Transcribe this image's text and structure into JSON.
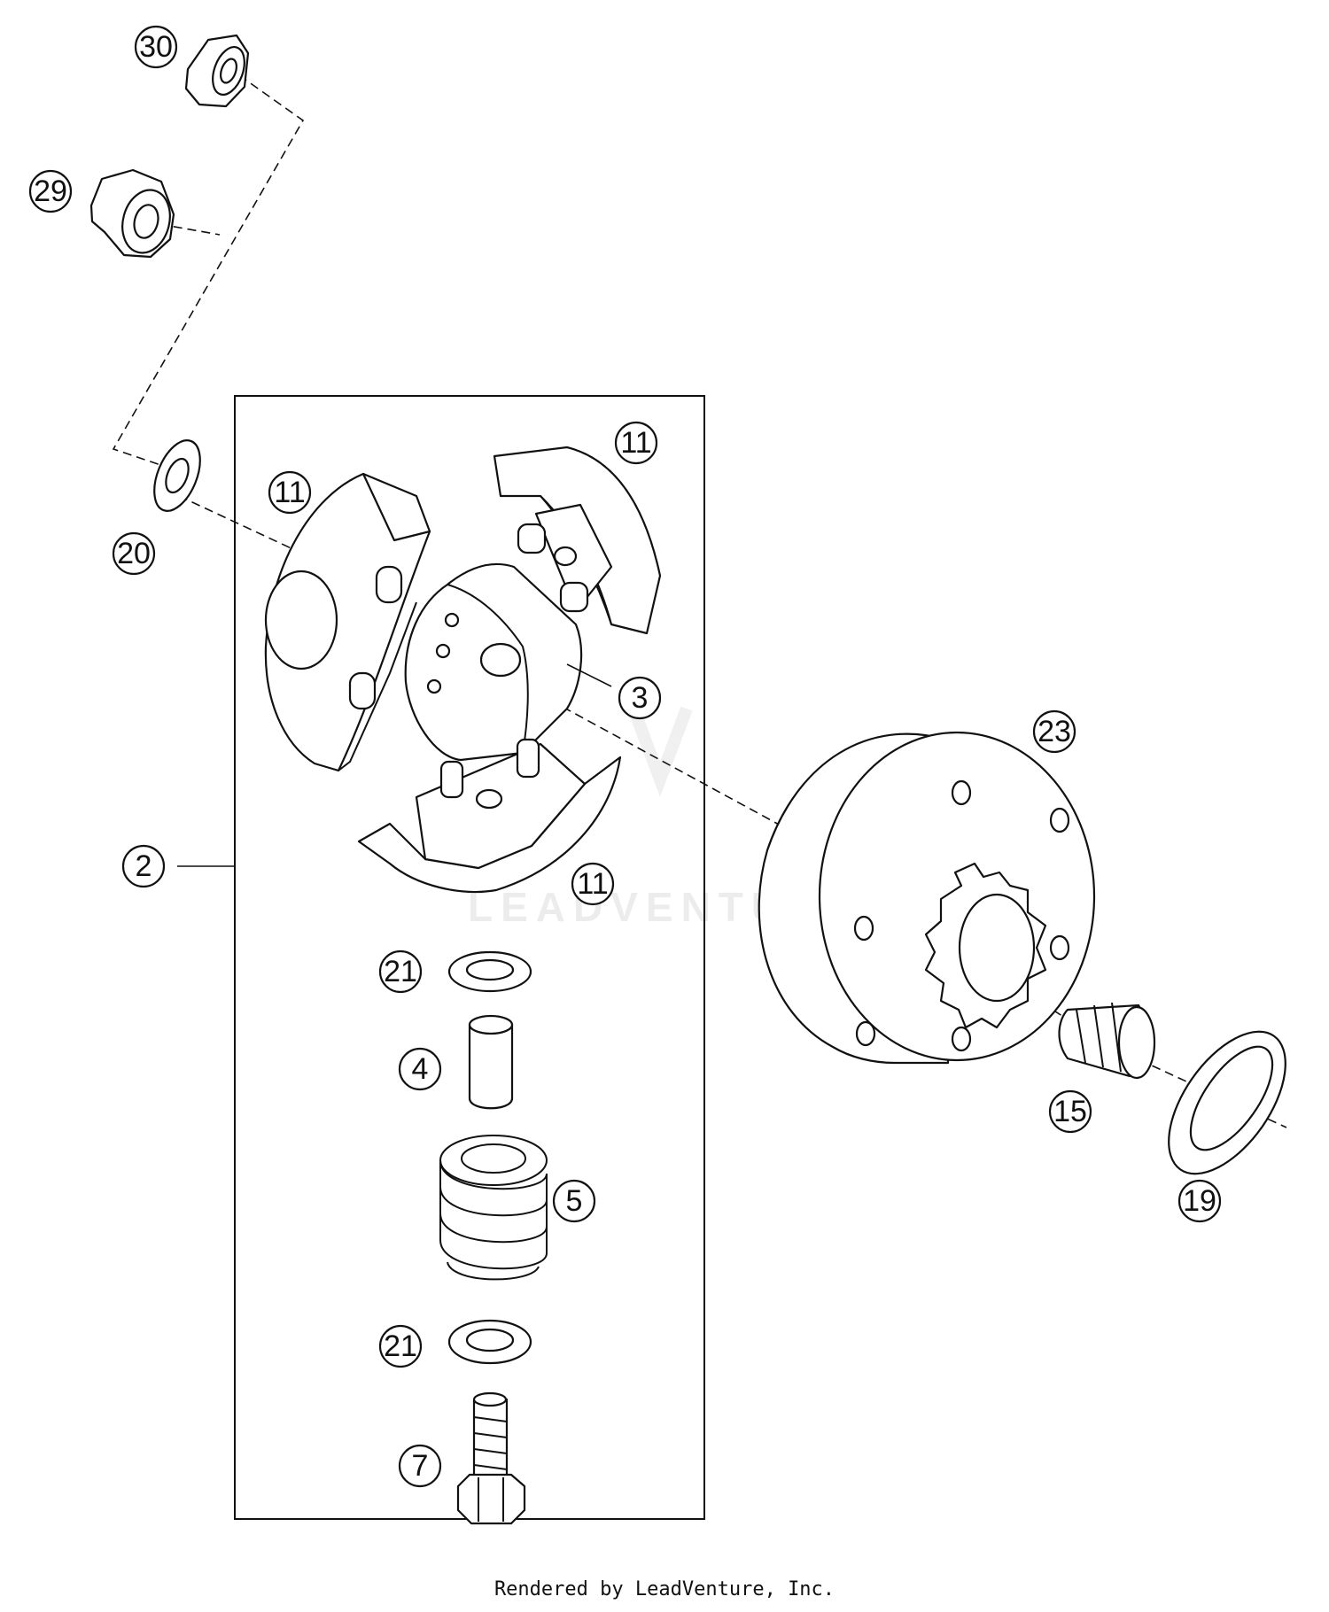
{
  "callouts": {
    "c30": "30",
    "c29": "29",
    "c20": "20",
    "c11a": "11",
    "c11b": "11",
    "c11c": "11",
    "c3": "3",
    "c2": "2",
    "c23": "23",
    "c21a": "21",
    "c4": "4",
    "c5": "5",
    "c15": "15",
    "c19": "19",
    "c21b": "21",
    "c7": "7"
  },
  "watermark": "LEADVENTURE",
  "footer": "Rendered by LeadVenture, Inc."
}
